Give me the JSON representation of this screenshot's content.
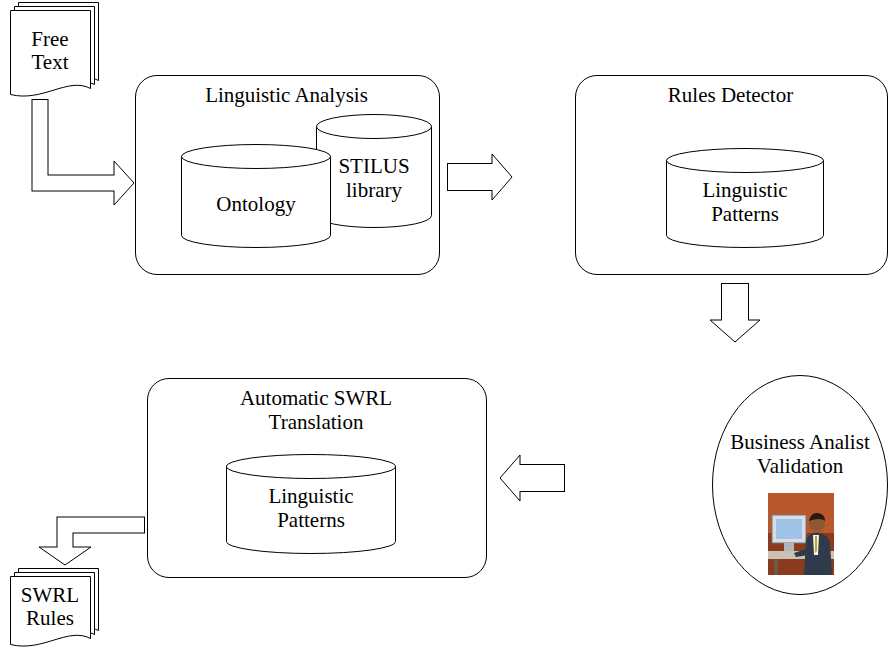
{
  "diagram": {
    "nodes": [
      {
        "text": [
          "Free Text"
        ]
      },
      {
        "text": [
          "Linguistic Analysis"
        ]
      },
      {
        "text": [
          "Ontology"
        ],
        "in": 1
      },
      {
        "text": [
          "STILUS library"
        ],
        "in": 1
      },
      {
        "text": [
          "Rules Detector"
        ]
      },
      {
        "text": [
          "Linguistic Patterns"
        ],
        "in": 4
      },
      {
        "text": [
          "Business Analist Validation"
        ]
      },
      {
        "text": [
          "Automatic SWRL Translation"
        ]
      },
      {
        "text": [
          "Linguistic Patterns"
        ],
        "in": 7
      },
      {
        "text": [
          "SWRL Rules"
        ]
      }
    ],
    "edges": [
      {
        "from": 0,
        "to": 1,
        "arrow": "to"
      },
      {
        "from": 1,
        "to": 4,
        "arrow": "to"
      },
      {
        "from": 4,
        "to": 6,
        "arrow": "to"
      },
      {
        "from": 6,
        "to": 7,
        "arrow": "to"
      },
      {
        "from": 7,
        "to": 9,
        "arrow": "to"
      }
    ]
  }
}
